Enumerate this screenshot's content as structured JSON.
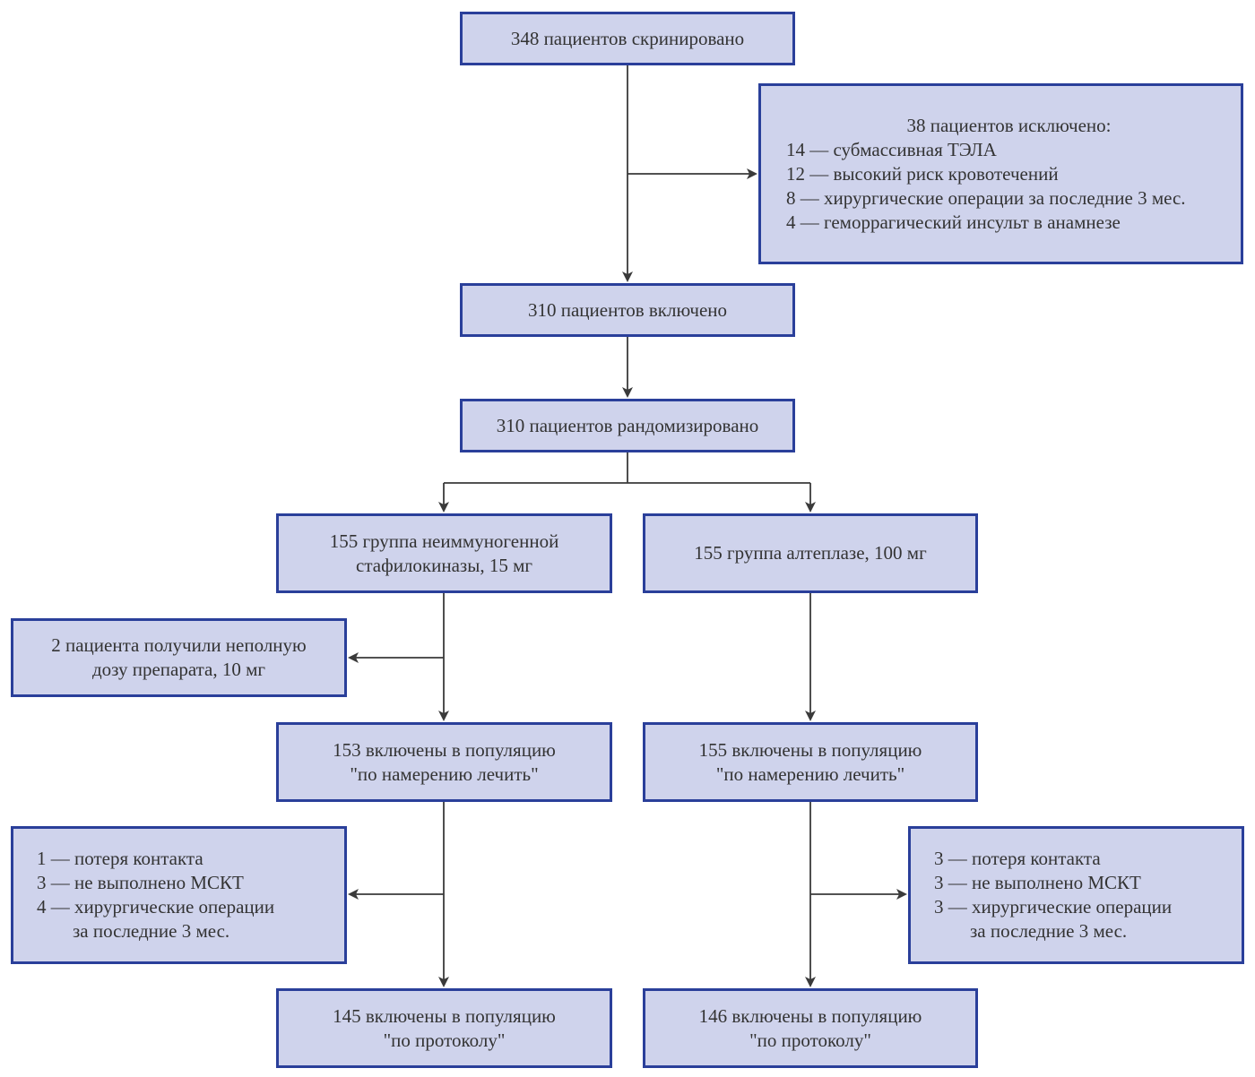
{
  "screened": "348 пациентов скринировано",
  "excluded": {
    "header": "38 пациентов исключено:",
    "reasons": [
      "14 — субмассивная ТЭЛА",
      "12 — высокий риск кровотечений",
      "8 — хирургические операции за последние 3 мес.",
      "4 — геморрагический инсульт в анамнезе"
    ]
  },
  "included": "310 пациентов включено",
  "randomized": "310 пациентов рандомизировано",
  "groups": {
    "staph": {
      "title": [
        "155 группа неиммуногенной",
        "стафилокиназы, 15 мг"
      ],
      "partial_dose": [
        "2 пациента получили неполную",
        "дозу препарата, 10 мг"
      ],
      "itt": [
        "153 включены в популяцию",
        "\"по намерению лечить\""
      ],
      "dropouts": [
        "1 — потеря контакта",
        "3 — не выполнено МСКТ",
        "4 — хирургические операции",
        "за последние 3 мес."
      ],
      "per_protocol": [
        "145 включены в популяцию",
        "\"по протоколу\""
      ]
    },
    "alte": {
      "title": [
        "155 группа алтеплазе, 100 мг"
      ],
      "itt": [
        "155 включены в популяцию",
        "\"по намерению лечить\""
      ],
      "dropouts": [
        "3 — потеря контакта",
        "3 — не выполнено МСКТ",
        "3 — хирургические операции",
        "за последние 3 мес."
      ],
      "per_protocol": [
        "146 включены в популяцию",
        "\"по протоколу\""
      ]
    }
  },
  "colors": {
    "box_fill": "#cfd3ec",
    "box_border": "#2a3f9a",
    "connector": "#3a3a3a",
    "text": "#333333"
  }
}
